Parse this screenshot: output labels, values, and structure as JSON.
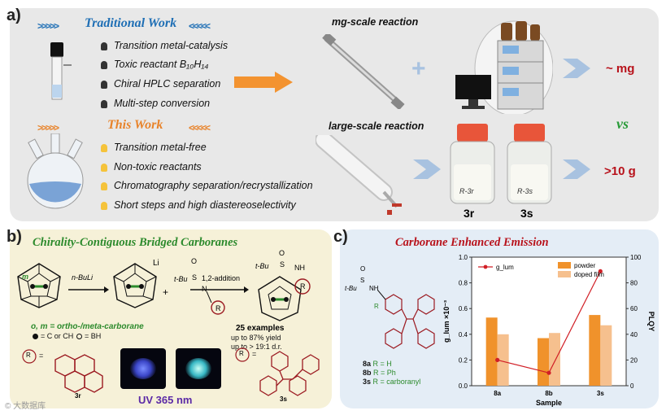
{
  "panel_a": {
    "label": "a)",
    "traditional": {
      "title": "Traditional Work",
      "items": [
        "Transition metal-catalysis",
        "Toxic reactant B₁₀H₁₄",
        "Chiral HPLC separation",
        "Multi-step conversion"
      ]
    },
    "this_work": {
      "title": "This Work",
      "items": [
        "Transition metal-free",
        "Non-toxic reactants",
        "Chromatography separation/recrystallization",
        "Short steps and high diastereoselectivity"
      ]
    },
    "mg_scale": "mg-scale reaction",
    "large_scale": "large-scale reaction",
    "result_mg": "~ mg",
    "vs": "vs",
    "result_g": ">10 g",
    "jar_labels": [
      "3r",
      "3s"
    ],
    "jar_handwriting": [
      "R-3r",
      "R-3s"
    ]
  },
  "panel_b": {
    "label": "b)",
    "title": "Chirality-Contiguous Bridged Carboranes",
    "reagent": "n-BuLi",
    "step2": "1,2-addition",
    "li": "Li",
    "tbu": "t-Bu",
    "nh": "NH",
    "s_atom": "S",
    "o_atom": "O",
    "n_atom": "N",
    "r_atom": "R",
    "plus": "+",
    "m_r": "m",
    "om_label": "o, m = ortho-/meta-carborane",
    "legend_c": "= C or CH",
    "legend_b": "= BH",
    "r_eq": "=",
    "r3r": "3r",
    "r3s": "3s",
    "examples": "25 examples",
    "yield": "up to 87% yield",
    "dr": "up to > 19:1 d.r.",
    "uv": "UV 365 nm",
    "watermark": "© 大数据库"
  },
  "panel_c": {
    "label": "c)",
    "title": "Carborane Enhanced Emission",
    "compounds": [
      {
        "id": "8a",
        "text": "R = H"
      },
      {
        "id": "8b",
        "text": "R = Ph"
      },
      {
        "id": "3s",
        "text": "R = carboranyl"
      }
    ],
    "mol_tbu": "t-Bu",
    "mol_nh": "NH",
    "mol_s": "S",
    "mol_o": "O",
    "mol_r": "R",
    "colors": {
      "powder": "#f0922b",
      "doped": "#f6c08e",
      "glum": "#d11f26",
      "panel_a_arrow": "#f39330",
      "chev_blue": "#1f6fb5"
    }
  },
  "chart_data": {
    "type": "bar",
    "xlabel": "Sample",
    "ylabel_left": "g_lum ×10⁻³",
    "ylabel_right": "PLQY",
    "categories": [
      "8a",
      "8b",
      "3s"
    ],
    "ylim_left": [
      0,
      1.0
    ],
    "ylim_right": [
      0,
      100
    ],
    "yticks_left": [
      "0.0",
      "0.2",
      "0.4",
      "0.6",
      "0.8",
      "1.0"
    ],
    "yticks_right": [
      "0",
      "20",
      "40",
      "60",
      "80",
      "100"
    ],
    "legend": "top-right",
    "series": [
      {
        "name": "powder",
        "type": "bar",
        "axis": "right",
        "values": [
          53,
          37,
          55
        ]
      },
      {
        "name": "doped film",
        "type": "bar",
        "axis": "right",
        "values": [
          40,
          41,
          47
        ]
      },
      {
        "name": "g_lum",
        "type": "line",
        "axis": "left",
        "values": [
          0.2,
          0.1,
          0.89
        ]
      }
    ]
  }
}
